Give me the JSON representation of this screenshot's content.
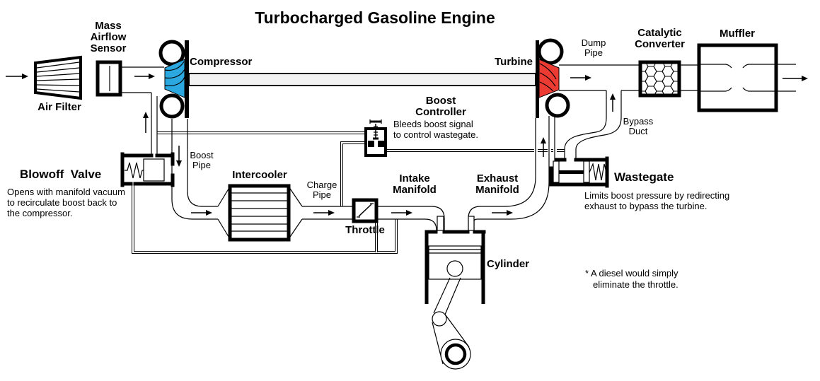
{
  "title": "Turbocharged Gasoline Engine",
  "colors": {
    "compressor_blue": "#2BA8E0",
    "turbine_red": "#EC3B33",
    "shaft_gray": "#F2F2F2",
    "metal_gray": "#EFEFEF",
    "line_black": "#000000",
    "background": "#FFFFFF"
  },
  "labels": {
    "air_filter": "Air Filter",
    "maf": [
      "Mass",
      "Airflow",
      "Sensor"
    ],
    "compressor": "Compressor",
    "turbine": "Turbine",
    "catalytic_converter": [
      "Catalytic",
      "Converter"
    ],
    "muffler": "Muffler",
    "dump_pipe": [
      "Dump",
      "Pipe"
    ],
    "bypass_duct": [
      "Bypass",
      "Duct"
    ],
    "boost_controller": [
      "Boost",
      "Controller"
    ],
    "boost_controller_desc": [
      "Bleeds boost signal",
      "to control wastegate."
    ],
    "blowoff_valve": "Blowoff  Valve",
    "blowoff_valve_desc": [
      "Opens with manifold vacuum",
      "to recirculate boost back to",
      "the compressor."
    ],
    "boost_pipe": [
      "Boost",
      "Pipe"
    ],
    "intercooler": "Intercooler",
    "charge_pipe": [
      "Charge",
      "Pipe"
    ],
    "throttle": "Throttle",
    "intake_manifold": [
      "Intake",
      "Manifold"
    ],
    "exhaust_manifold": [
      "Exhaust",
      "Manifold"
    ],
    "cylinder": "Cylinder",
    "wastegate": "Wastegate",
    "wastegate_desc": [
      "Limits boost pressure by redirecting",
      "exhaust to bypass the turbine."
    ],
    "note": [
      "* A diesel would simply",
      "eliminate the throttle."
    ]
  }
}
